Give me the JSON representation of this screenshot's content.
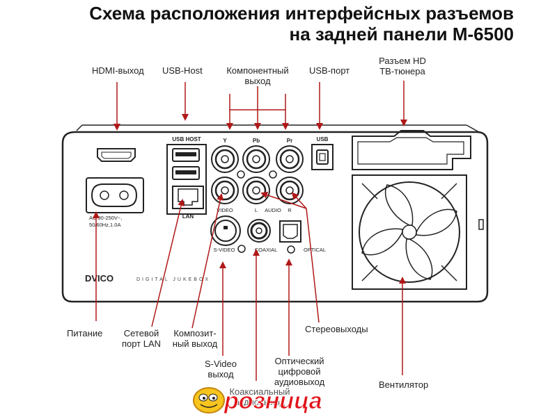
{
  "title": {
    "line1": "Схема расположения интерфейсных разъемов",
    "line2": "на задней панели М-6500"
  },
  "labels": {
    "hdmi": "HDMI-выход",
    "usb_host": "USB-Host",
    "component_l1": "Компонентный",
    "component_l2": "выход",
    "usb_port": "USB-порт",
    "hd_tuner_l1": "Разъем HD",
    "hd_tuner_l2": "ТВ-тюнера",
    "power": "Питание",
    "lan_l1": "Сетевой",
    "lan_l2": "порт LAN",
    "composite_l1": "Композит-",
    "composite_l2": "ный выход",
    "stereo": "Стереовыходы",
    "svideo_l1": "S-Video",
    "svideo_l2": "выход",
    "optical_l1": "Оптический",
    "optical_l2": "цифровой",
    "optical_l3": "аудиовыход",
    "coaxial_l1": "Коаксиальный",
    "coaxial_l2": "аудиовыход",
    "fan": "Вентилятор"
  },
  "panel_print": {
    "usb_host": "USB HOST",
    "y": "Y",
    "pb": "Pb",
    "pr": "Pr",
    "usb": "USB",
    "lan": "LAN",
    "video": "VIDEO",
    "l": "L",
    "audio": "AUDIO",
    "r": "R",
    "svideo": "S-VIDEO",
    "coaxial": "COAXIAL",
    "optical": "OPTICAL",
    "power_spec_l1": "AC 90-250V~,",
    "power_spec_l2": "50/60Hz,1.0A",
    "brand": "DVICO",
    "product": "DIGITAL JUKEBOX"
  },
  "watermark": {
    "text": "розница"
  },
  "colors": {
    "arrow": "#b01818",
    "panel_stroke": "#222222",
    "logo_red": "#e0151b",
    "logo_yellow": "#f7c51e"
  }
}
